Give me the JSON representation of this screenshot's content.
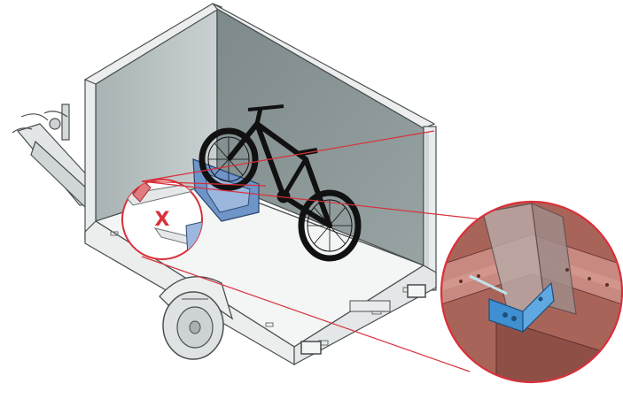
{
  "diagram": {
    "callout_mark": "X",
    "colors": {
      "callout_red": "#d9303a",
      "panel_dark": "#8a9596",
      "panel_light": "#c3cbcc",
      "frame": "#e9ecec",
      "outline": "#4a4f52",
      "bracket_blue": "#3f8fd1",
      "floor_wood": "#a9645a",
      "bike_black": "#111111"
    },
    "icons": [
      "trailer",
      "bicycle",
      "wheel-chock",
      "mounting-bracket",
      "zoom-callout"
    ]
  }
}
